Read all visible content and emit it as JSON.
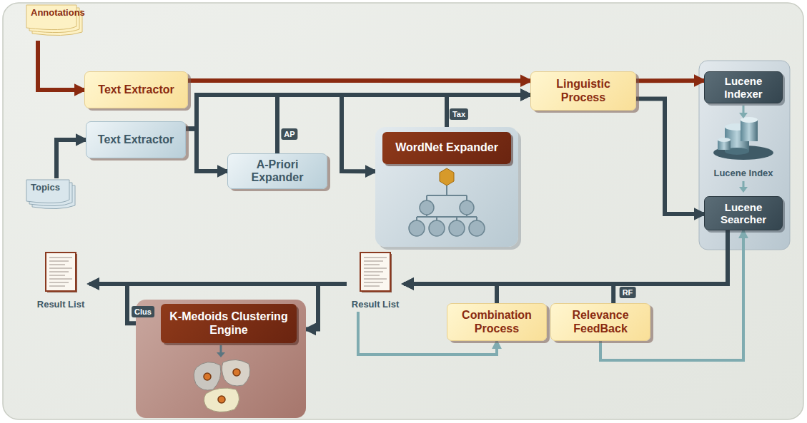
{
  "diagram": {
    "nodes": [
      {
        "text": [
          "Annotations"
        ]
      },
      {
        "text": [
          "Text Extractor"
        ]
      },
      {
        "text": [
          "Text Extractor"
        ]
      },
      {
        "text": [
          "Topics"
        ]
      },
      {
        "text": [
          "Linguistic Process"
        ]
      },
      {
        "text": [
          "WordNet Expander"
        ]
      },
      {
        "text": [
          "A-Priori Expander"
        ]
      },
      {
        "text": [
          "Lucene Indexer"
        ]
      },
      {
        "text": [
          "Lucene Searcher"
        ]
      },
      {
        "text": [
          "Result List"
        ]
      },
      {
        "text": [
          "K-Medoids Clustering Engine"
        ]
      },
      {
        "text": [
          "Result List"
        ]
      },
      {
        "text": [
          "Combination Process"
        ]
      },
      {
        "text": [
          "Relevance FeedBack"
        ]
      }
    ],
    "edges": [
      {
        "from": 0,
        "to": 1,
        "arrow": "to"
      },
      {
        "from": 3,
        "to": 2,
        "arrow": "to"
      },
      {
        "from": 1,
        "to": 4,
        "arrow": "to"
      },
      {
        "from": 2,
        "to": 4,
        "arrow": "to"
      },
      {
        "from": 2,
        "to": 6,
        "arrow": "to"
      },
      {
        "from": 6,
        "to": 4,
        "label": "AP",
        "arrow": "to"
      },
      {
        "from": 2,
        "to": 5,
        "arrow": "to"
      },
      {
        "from": 5,
        "to": 4,
        "label": "Tax",
        "arrow": "to"
      },
      {
        "from": 4,
        "to": 7,
        "arrow": "to"
      },
      {
        "from": 4,
        "to": 8,
        "arrow": "to"
      },
      {
        "from": 8,
        "to": 11,
        "arrow": "to"
      },
      {
        "from": 11,
        "to": 9,
        "arrow": "to"
      },
      {
        "from": 11,
        "to": 10,
        "arrow": "to"
      },
      {
        "from": 10,
        "to": 9,
        "label": "Clus",
        "arrow": "to"
      },
      {
        "from": 11,
        "to": 12,
        "arrow": "to"
      },
      {
        "from": 12,
        "to": 11,
        "arrow": "to"
      },
      {
        "from": 13,
        "to": 11,
        "label": "RF",
        "arrow": "to"
      },
      {
        "from": 13,
        "to": 8,
        "arrow": "to"
      }
    ],
    "labels": [
      "Lucene Index"
    ]
  }
}
